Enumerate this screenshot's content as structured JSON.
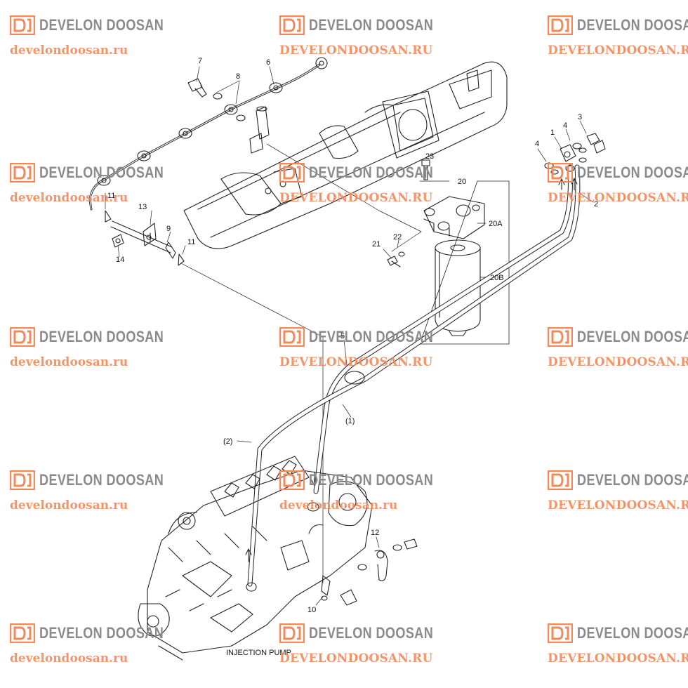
{
  "diagram": {
    "caption": "INJECTION PUMP",
    "callouts": {
      "c1": "1",
      "c2": "2",
      "c3": "3",
      "c4a": "4",
      "c4b": "4",
      "c5": "5",
      "c6": "6",
      "c7": "7",
      "c8": "8",
      "c9": "9",
      "c10": "10",
      "c11a": "11",
      "c11b": "11",
      "c12": "12",
      "c13": "13",
      "c14": "14",
      "c20": "20",
      "c20a": "20A",
      "c20b": "20B",
      "c21": "21",
      "c22": "22",
      "c23": "23",
      "p1": "(1)",
      "p2": "(2)"
    }
  },
  "watermark": {
    "brand": "DEVELON DOOSAN",
    "url_lower": "develondoosan.ru",
    "url_upper": "DEVELONDOOSAN.RU",
    "colors": {
      "brand": "#8a8a8a",
      "url": "#f08a5a",
      "logo": "#f08a5a"
    }
  }
}
